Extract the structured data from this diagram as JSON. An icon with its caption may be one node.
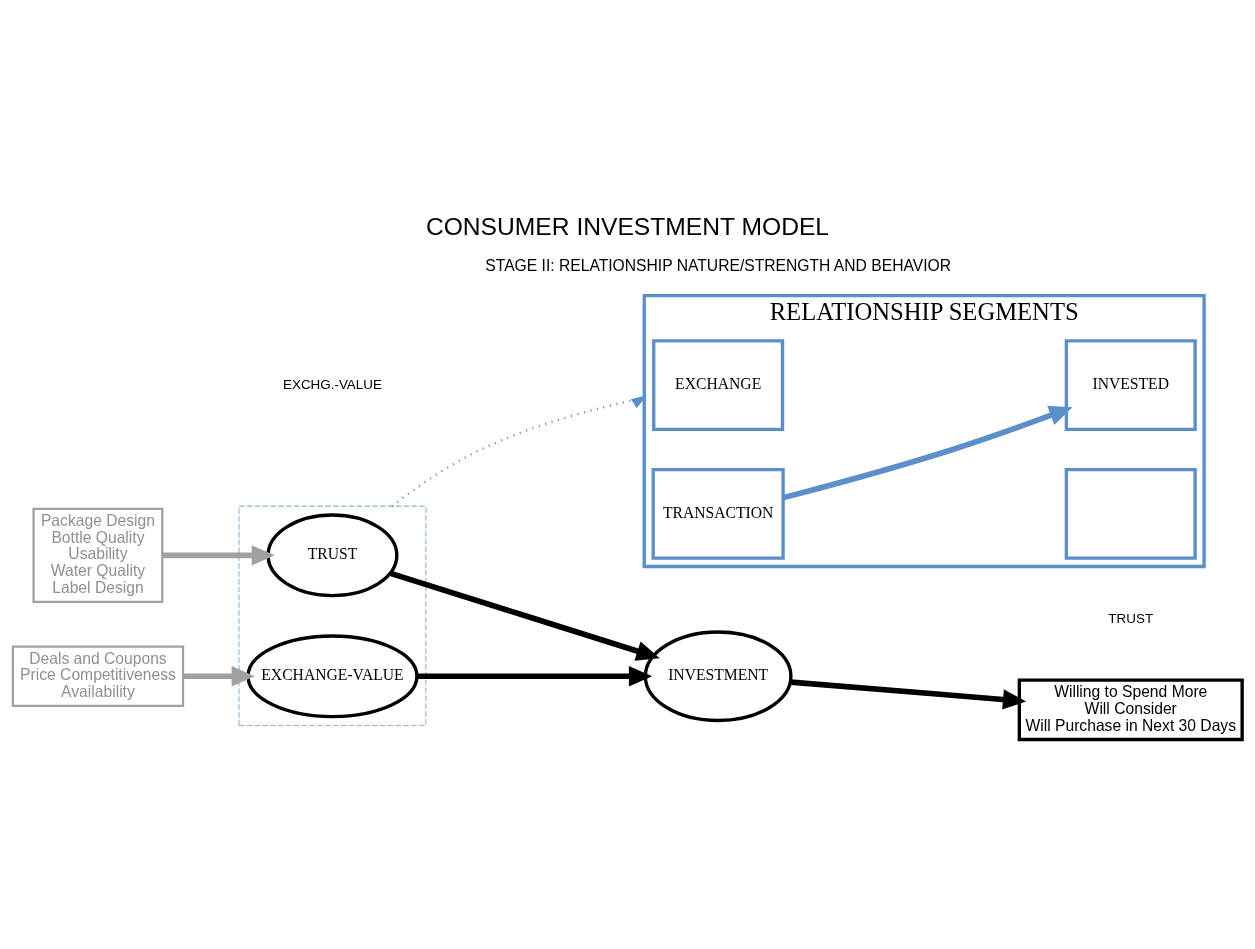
{
  "diagram": {
    "title": "CONSUMER INVESTMENT MODEL",
    "nodes": [
      {
        "text": [
          "Package Design",
          "Bottle Quality",
          "Usability",
          "Water Quality",
          "Label Design"
        ]
      },
      {
        "text": [
          "Deals and Coupons",
          "Price Competitiveness",
          "Availability"
        ]
      },
      {
        "text": [],
        "shape": "box"
      },
      {
        "text": [
          "TRUST"
        ],
        "in": 2
      },
      {
        "text": [
          "EXCHANGE-VALUE"
        ],
        "in": 2
      },
      {
        "text": [
          "INVESTMENT"
        ]
      },
      {
        "text": [
          "Willing to Spend More",
          "Will Consider",
          "Will Purchase in Next 30 Days"
        ]
      },
      {
        "text": [
          "RELATIONSHIP SEGMENTS"
        ]
      },
      {
        "text": [
          "EXCHANGE"
        ],
        "in": 7
      },
      {
        "text": [
          "INVESTED"
        ],
        "in": 7
      },
      {
        "text": [
          "TRANSACTION"
        ],
        "in": 7
      },
      {
        "text": [],
        "shape": "box",
        "in": 7
      }
    ],
    "edges": [
      {
        "from": 0,
        "to": 3,
        "arrow": "to",
        "color": "#a0a0a0"
      },
      {
        "from": 1,
        "to": 4,
        "arrow": "to",
        "color": "#a0a0a0"
      },
      {
        "from": 3,
        "to": 5,
        "arrow": "to"
      },
      {
        "from": 4,
        "to": 5,
        "arrow": "to"
      },
      {
        "from": 5,
        "to": 6,
        "arrow": "to"
      },
      {
        "from": 2,
        "to": 7,
        "arrow": "to",
        "style": "dashed",
        "color": "#5b8fcc"
      },
      {
        "from": 10,
        "to": 9,
        "arrow": "to",
        "color": "#5b8fcc"
      }
    ],
    "labels": [
      "STAGE II: RELATIONSHIP NATURE/STRENGTH AND BEHAVIOR",
      "EXCHG.-VALUE",
      "TRUST"
    ]
  }
}
